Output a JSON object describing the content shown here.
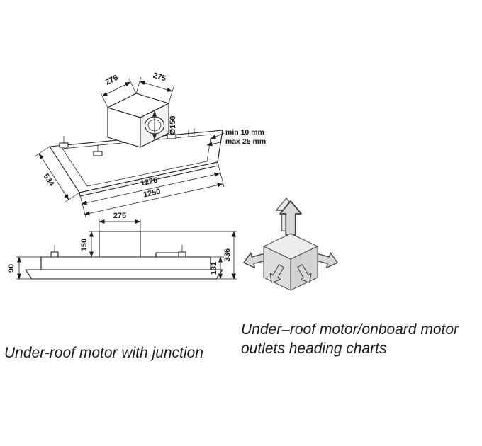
{
  "diagram": {
    "top_view": {
      "box_width_left": "275",
      "box_width_right": "275",
      "duct_diameter": "Ø150",
      "gap_min": "min 10 mm",
      "gap_max": "max 25 mm",
      "inner_length": "1226",
      "outer_length": "1250",
      "depth": "534"
    },
    "side_view": {
      "box_width": "275",
      "box_height": "150",
      "left_height": "90",
      "right_height": "131",
      "total_height": "336"
    },
    "captions": {
      "left": "Under-roof motor with junction",
      "right_line1": "Under–roof motor/onboard motor",
      "right_line2": "outlets heading charts"
    },
    "colors": {
      "line": "#1a1a1a",
      "cube_top": "#ededed",
      "cube_left": "#dddddd",
      "cube_right": "#d2d2d2",
      "arrow_fill": "#d8d8d8"
    }
  }
}
